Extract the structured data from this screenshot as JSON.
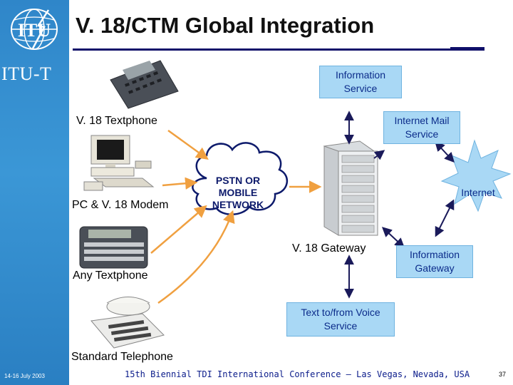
{
  "header": {
    "title": "V. 18/CTM Global Integration",
    "org_label": "ITU-T",
    "logo_text": "ITU"
  },
  "diagram": {
    "nodes": {
      "info_service": "Information Service",
      "internet_mail": "Internet Mail Service",
      "internet": "Internet",
      "network": "PSTN OR MOBILE NETWORK",
      "gateway_label": "V. 18 Gateway",
      "info_gateway": "Information Gateway",
      "text_voice": "Text to/from Voice Service"
    },
    "devices": {
      "textphone": "V. 18 Textphone",
      "pc_modem": "PC & V. 18 Modem",
      "any_textphone": "Any Textphone",
      "telephone": "Standard Telephone"
    }
  },
  "footer": {
    "date": "14-16 July 2003",
    "conference": "15th Biennial TDI International Conference – Las Vegas, Nevada, USA",
    "page": "37"
  },
  "colors": {
    "sidebar": "#2f86c9",
    "box_fill": "#a9d8f5",
    "box_text": "#0b2b8a",
    "arrow_orange": "#f0a040",
    "arrow_navy": "#1a1a5a",
    "title_rule": "#10106a"
  }
}
